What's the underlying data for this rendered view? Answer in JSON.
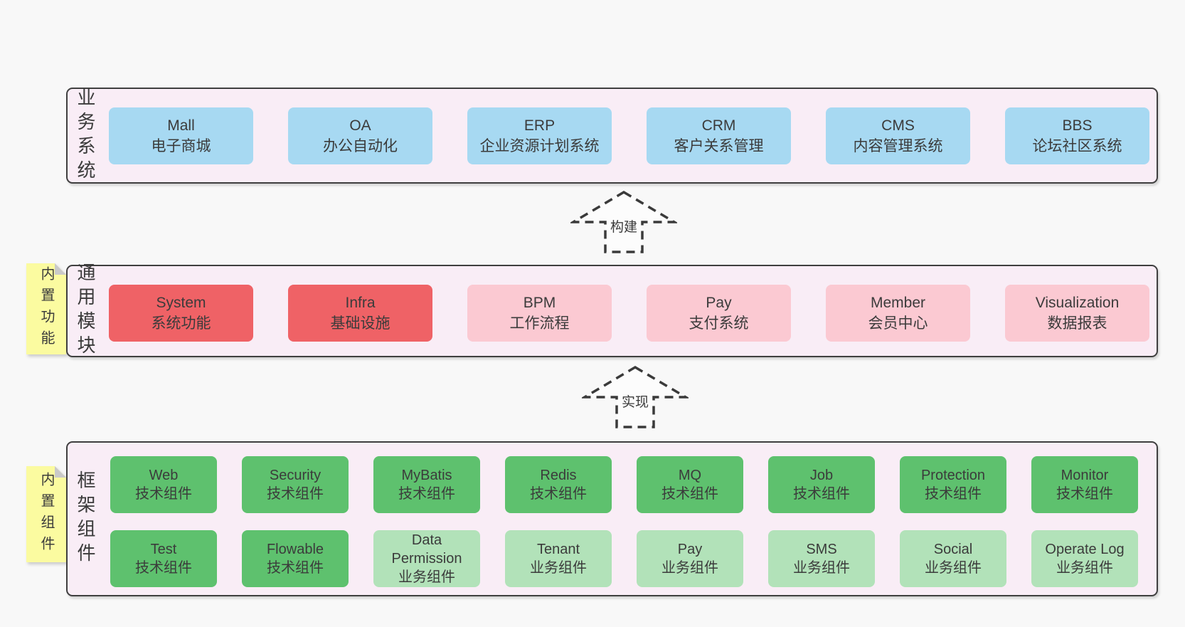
{
  "colors": {
    "page_bg": "#f8f8f8",
    "layer_bg": "#f9edf6",
    "layer_border": "#3f3f3f",
    "system_blue": "#a7d9f2",
    "module_red": "#ef6266",
    "module_pink": "#fbc9d2",
    "component_green": "#5ec16e",
    "component_light_green": "#b2e2b9",
    "sticky_yellow": "#fbfba0",
    "sticky_fold_gray": "#c9c9c9",
    "text": "#3b3b3b"
  },
  "arrows": [
    {
      "label": "构建"
    },
    {
      "label": "实现"
    }
  ],
  "layers": {
    "business": {
      "label": "业务系统",
      "boxes": [
        {
          "name": "Mall",
          "desc": "电子商城"
        },
        {
          "name": "OA",
          "desc": "办公自动化"
        },
        {
          "name": "ERP",
          "desc": "企业资源计划系统"
        },
        {
          "name": "CRM",
          "desc": "客户关系管理"
        },
        {
          "name": "CMS",
          "desc": "内容管理系统"
        },
        {
          "name": "BBS",
          "desc": "论坛社区系统"
        }
      ]
    },
    "modules": {
      "label": "通用模块",
      "sticky": "内置功能",
      "boxes": [
        {
          "name": "System",
          "desc": "系统功能"
        },
        {
          "name": "Infra",
          "desc": "基础设施"
        },
        {
          "name": "BPM",
          "desc": "工作流程"
        },
        {
          "name": "Pay",
          "desc": "支付系统"
        },
        {
          "name": "Member",
          "desc": "会员中心"
        },
        {
          "name": "Visualization",
          "desc": "数据报表"
        }
      ]
    },
    "components": {
      "label": "框架组件",
      "sticky": "内置组件",
      "row1": [
        {
          "name": "Web",
          "desc": "技术组件"
        },
        {
          "name": "Security",
          "desc": "技术组件"
        },
        {
          "name": "MyBatis",
          "desc": "技术组件"
        },
        {
          "name": "Redis",
          "desc": "技术组件"
        },
        {
          "name": "MQ",
          "desc": "技术组件"
        },
        {
          "name": "Job",
          "desc": "技术组件"
        },
        {
          "name": "Protection",
          "desc": "技术组件"
        },
        {
          "name": "Monitor",
          "desc": "技术组件"
        }
      ],
      "row2": [
        {
          "name": "Test",
          "desc": "技术组件"
        },
        {
          "name": "Flowable",
          "desc": "技术组件"
        },
        {
          "name": "Data Permission",
          "desc": "业务组件"
        },
        {
          "name": "Tenant",
          "desc": "业务组件"
        },
        {
          "name": "Pay",
          "desc": "业务组件"
        },
        {
          "name": "SMS",
          "desc": "业务组件"
        },
        {
          "name": "Social",
          "desc": "业务组件"
        },
        {
          "name": "Operate Log",
          "desc": "业务组件"
        }
      ]
    }
  }
}
